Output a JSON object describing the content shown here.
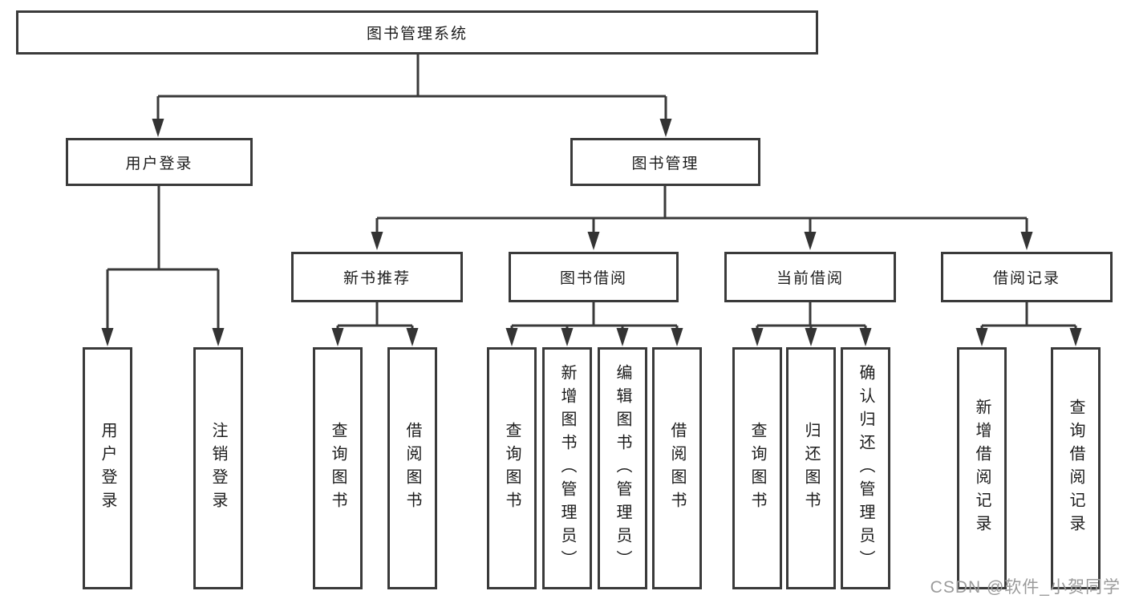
{
  "tree": {
    "root": "图书管理系统",
    "children": [
      {
        "label": "用户登录",
        "children": [
          "用户登录",
          "注销登录"
        ]
      },
      {
        "label": "图书管理",
        "children": [
          {
            "label": "新书推荐",
            "children": [
              "查询图书",
              "借阅图书"
            ]
          },
          {
            "label": "图书借阅",
            "children": [
              "查询图书",
              "新增图书（管理员）",
              "编辑图书（管理员）",
              "借阅图书"
            ]
          },
          {
            "label": "当前借阅",
            "children": [
              "查询图书",
              "归还图书",
              "确认归还（管理员）"
            ]
          },
          {
            "label": "借阅记录",
            "children": [
              "新增借阅记录",
              "查询借阅记录"
            ]
          }
        ]
      }
    ]
  },
  "watermark": "CSDN @软件_小贺同学",
  "colors": {
    "line": "#3a3a3a",
    "arrow": "#333333",
    "text": "#1c1c1c",
    "background": "#ffffff",
    "watermark": "#9b9b9b"
  }
}
